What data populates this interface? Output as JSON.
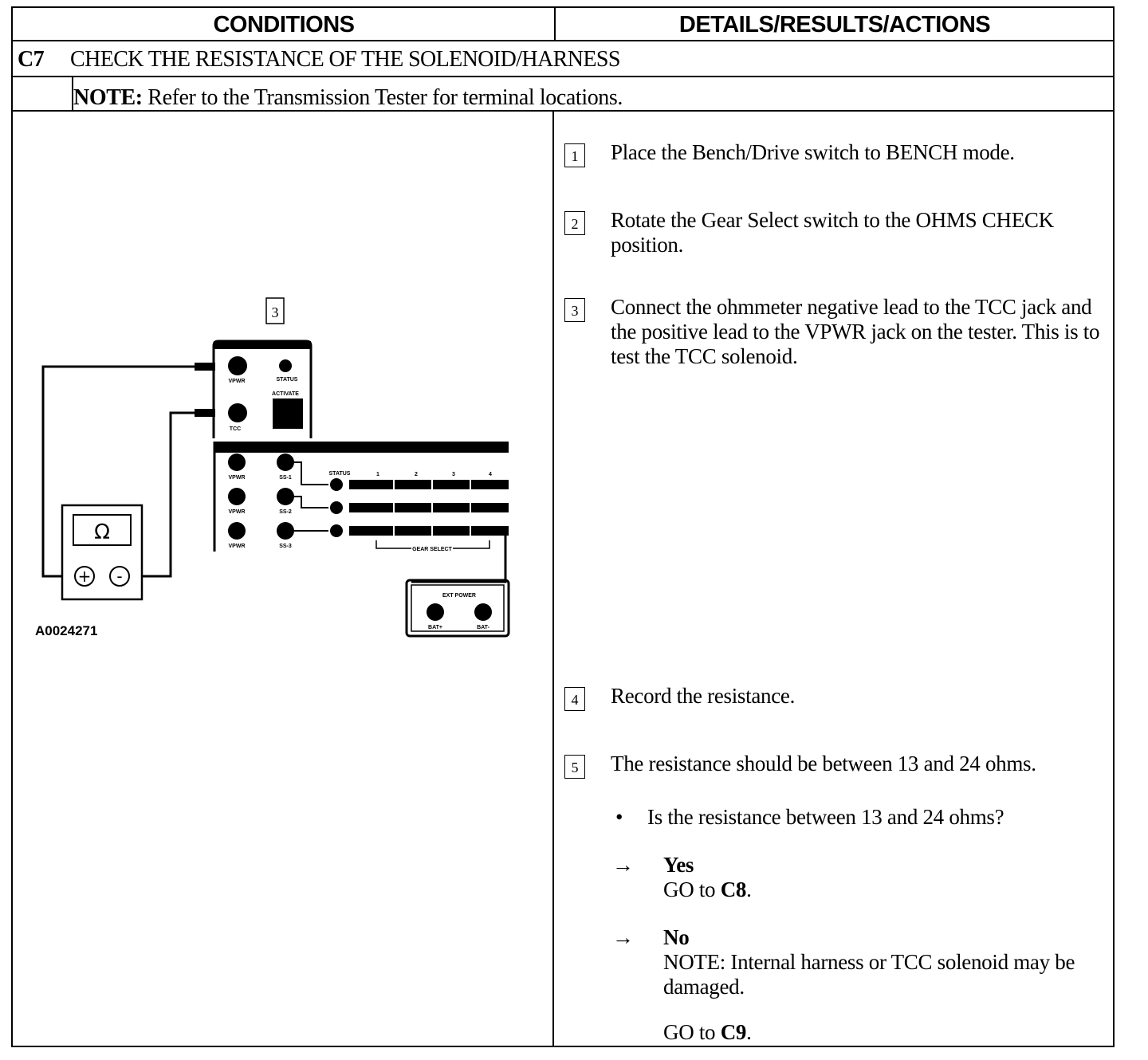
{
  "headers": {
    "conditions": "CONDITIONS",
    "details": "DETAILS/RESULTS/ACTIONS"
  },
  "section": {
    "id": "C7",
    "title": "CHECK THE RESISTANCE OF THE SOLENOID/HARNESS"
  },
  "note": {
    "label": "NOTE:",
    "text": "Refer to the Transmission Tester for terminal locations."
  },
  "figure": {
    "step_label": "3",
    "code": "A0024271",
    "meter_symbol": "Ω",
    "meter_plus": "+",
    "meter_minus": "-",
    "top_panel": {
      "vpwr": "VPWR",
      "status": "STATUS",
      "activate": "ACTIVATE",
      "tcc": "TCC"
    },
    "lower_panel": {
      "vpwr": "VPWR",
      "ss1": "SS-1",
      "ss2": "SS-2",
      "ss3": "SS-3",
      "status": "STATUS",
      "gear_numbers": [
        "1",
        "2",
        "3",
        "4"
      ],
      "gear_select": "GEAR SELECT"
    },
    "ext_power": {
      "title": "EXT POWER",
      "bat_plus": "BAT+",
      "bat_minus": "BAT-"
    }
  },
  "steps": [
    {
      "num": "1",
      "text": "Place the Bench/Drive switch to BENCH mode."
    },
    {
      "num": "2",
      "text": "Rotate the Gear Select switch to the OHMS CHECK position."
    },
    {
      "num": "3",
      "text": "Connect the ohmmeter negative lead to the TCC jack and the positive lead to the VPWR jack on the tester. This is to test the TCC solenoid."
    },
    {
      "num": "4",
      "text": "Record the resistance."
    },
    {
      "num": "5",
      "text": "The resistance should be between 13 and 24 ohms."
    }
  ],
  "question": {
    "bullet": "•",
    "text": "Is the resistance between 13 and 24 ohms?"
  },
  "answers": {
    "arrow": "→",
    "yes": {
      "label": "Yes",
      "go_prefix": "GO to ",
      "go_target": "C8",
      "go_suffix": "."
    },
    "no": {
      "label": "No",
      "note": "NOTE: Internal harness or TCC solenoid may be damaged.",
      "go_prefix": "GO to ",
      "go_target": "C9",
      "go_suffix": "."
    }
  }
}
